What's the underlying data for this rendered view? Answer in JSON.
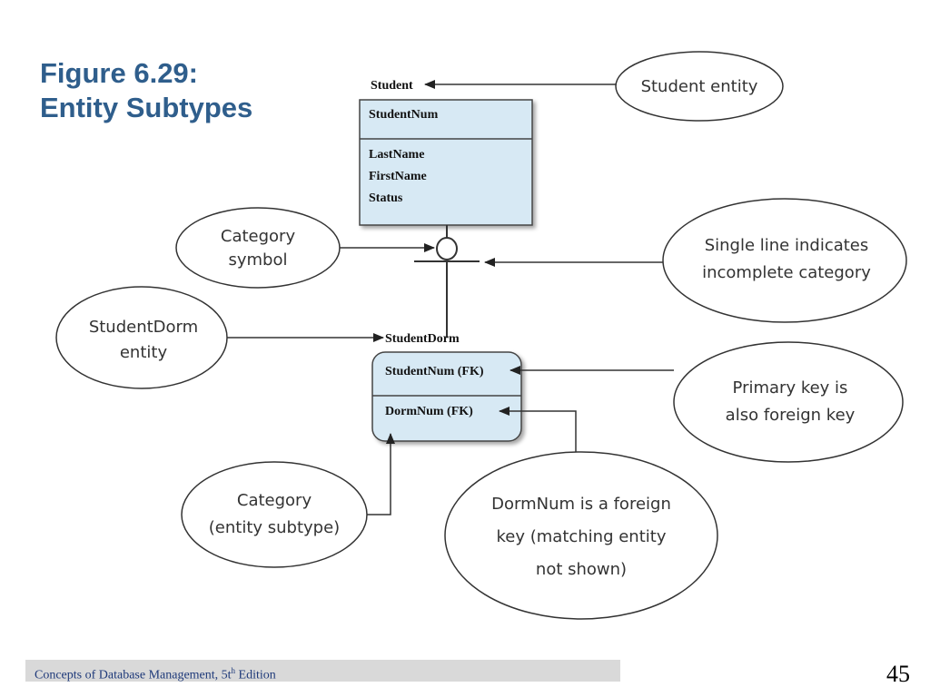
{
  "slide": {
    "title_line1": "Figure 6.29:",
    "title_line2": "Entity Subtypes",
    "footer_prefix": "Concepts of Database Management, 5t",
    "footer_sup": "h",
    "footer_suffix": " Edition",
    "page_number": "45"
  },
  "entities": {
    "student": {
      "name": "Student",
      "key": "StudentNum",
      "attributes": [
        "LastName",
        "FirstName",
        "Status"
      ]
    },
    "studentdorm": {
      "name": "StudentDorm",
      "key": "StudentNum (FK)",
      "attribute": "DormNum (FK)"
    }
  },
  "callouts": {
    "student_entity": [
      "Student entity"
    ],
    "category_symbol": [
      "Category",
      "symbol"
    ],
    "single_line": [
      "Single line indicates",
      "incomplete category"
    ],
    "studentdorm_entity": [
      "StudentDorm",
      "entity"
    ],
    "primary_key": [
      "Primary key is",
      "also foreign key"
    ],
    "category_subtype": [
      "Category",
      "(entity subtype)"
    ],
    "dormnum_fk": [
      "DormNum is a foreign",
      "key (matching entity",
      "not shown)"
    ]
  },
  "colors": {
    "title": "#2f5e8c",
    "entity_fill": "#d7e9f4",
    "line": "#333333"
  }
}
